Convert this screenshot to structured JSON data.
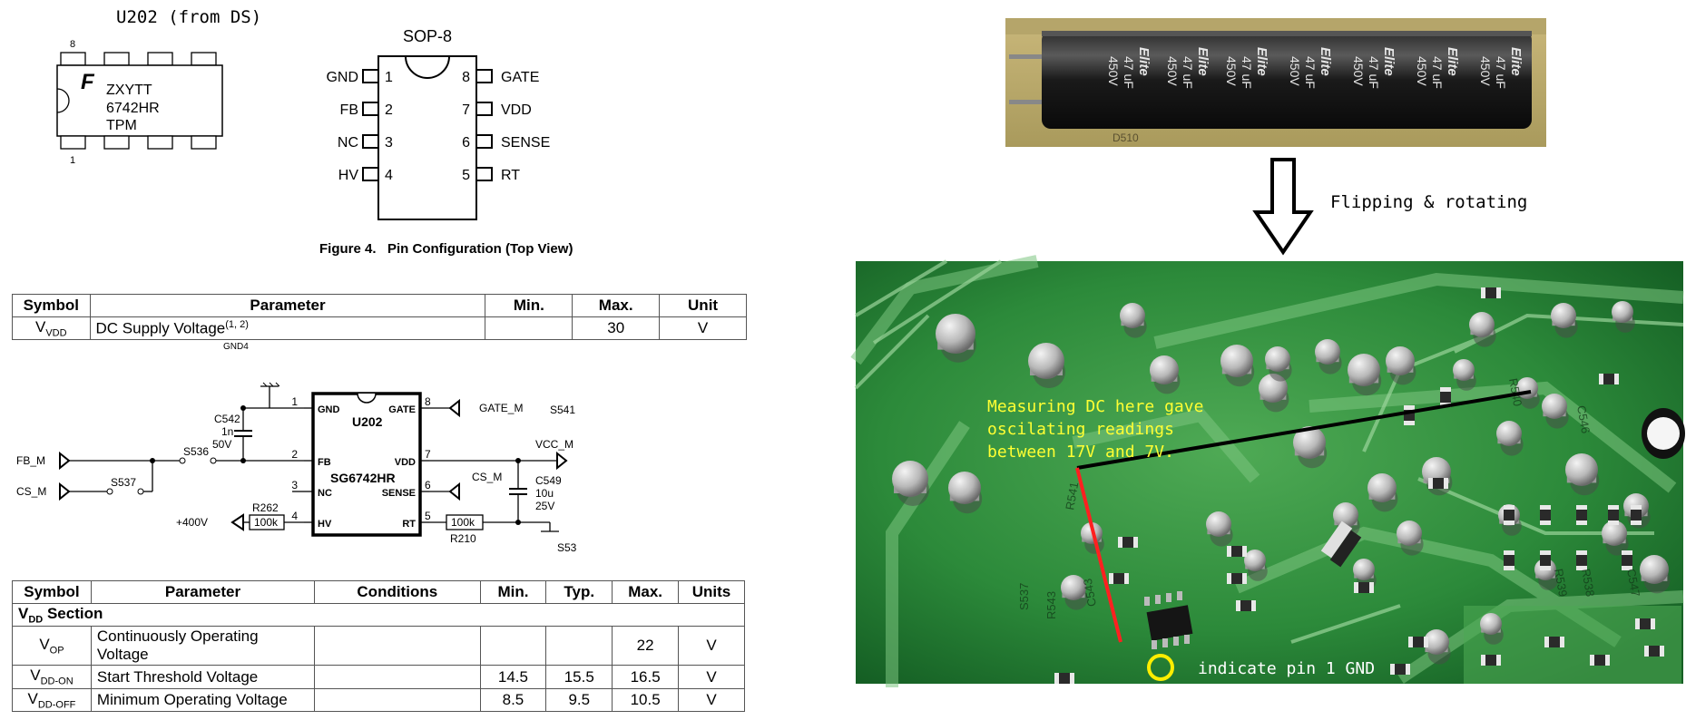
{
  "dip": {
    "title": "U202 (from DS)",
    "pin8": "8",
    "pin1": "1",
    "line1": "ZXYTT",
    "line2": "6742HR",
    "line3": "TPM"
  },
  "sop": {
    "package": "SOP-8",
    "left_pins": [
      {
        "name": "GND",
        "num": "1"
      },
      {
        "name": "FB",
        "num": "2"
      },
      {
        "name": "NC",
        "num": "3"
      },
      {
        "name": "HV",
        "num": "4"
      }
    ],
    "right_pins": [
      {
        "name": "GATE",
        "num": "8"
      },
      {
        "name": "VDD",
        "num": "7"
      },
      {
        "name": "SENSE",
        "num": "6"
      },
      {
        "name": "RT",
        "num": "5"
      }
    ],
    "caption": "Figure 4.   Pin Configuration (Top View)"
  },
  "table1": {
    "headers": [
      "Symbol",
      "Parameter",
      "Min.",
      "Max.",
      "Unit"
    ],
    "row": {
      "symbol": "V",
      "symbol_sub": "VDD",
      "parameter": "DC Supply Voltage",
      "parameter_sup": "(1, 2)",
      "min": "",
      "max": "30",
      "unit": "V"
    },
    "cut_text": "GND4"
  },
  "schematic": {
    "chip_name": "U202",
    "chip_part": "SG6742HR",
    "pins_left": [
      {
        "num": "1",
        "name": "GND"
      },
      {
        "num": "2",
        "name": "FB"
      },
      {
        "num": "3",
        "name": "NC"
      },
      {
        "num": "4",
        "name": "HV"
      }
    ],
    "pins_right": [
      {
        "num": "8",
        "name": "GATE"
      },
      {
        "num": "7",
        "name": "VDD"
      },
      {
        "num": "6",
        "name": "SENSE"
      },
      {
        "num": "5",
        "name": "RT"
      }
    ],
    "c542": "C542",
    "c542_v1": "1n",
    "c542_v2": "50V",
    "s536": "S536",
    "s537": "S537",
    "fb_m": "FB_M",
    "cs_m_left": "CS_M",
    "cs_m_right": "CS_M",
    "r262": "R262",
    "r262_val": "100k",
    "plus400": "+400V",
    "gate_m": "GATE_M",
    "vcc_m": "VCC_M",
    "s541": "S541",
    "c549": "C549",
    "c549_v1": "10u",
    "c549_v2": "25V",
    "r210": "R210",
    "r210_val": "100k",
    "s53": "S53"
  },
  "table2": {
    "headers": [
      "Symbol",
      "Parameter",
      "Conditions",
      "Min.",
      "Typ.",
      "Max.",
      "Units"
    ],
    "section": {
      "prefix": "V",
      "sub": "DD",
      "suffix": " Section"
    },
    "rows": [
      {
        "symbol": "V",
        "sub": "OP",
        "parameter": "Continuously Operating Voltage",
        "conditions": "",
        "min": "",
        "typ": "",
        "max": "22",
        "units": "V"
      },
      {
        "symbol": "V",
        "sub": "DD-ON",
        "parameter": "Start Threshold Voltage",
        "conditions": "",
        "min": "14.5",
        "typ": "15.5",
        "max": "16.5",
        "units": "V"
      },
      {
        "symbol": "V",
        "sub": "DD-OFF",
        "parameter": "Minimum Operating Voltage",
        "conditions": "",
        "min": "8.5",
        "typ": "9.5",
        "max": "10.5",
        "units": "V"
      }
    ]
  },
  "capacitor_photo": {
    "marking_brand": "Elite",
    "marking_cap": "47 uF",
    "marking_volt": "450V",
    "pcb_text": "D510"
  },
  "arrow_label": "Flipping & rotating",
  "pcb_photo": {
    "annotation_lines": [
      "Measuring DC here gave",
      "oscilating readings",
      "between 17V and 7V."
    ],
    "pin1_label": "indicate pin 1 GND",
    "annotation_color": "#ffff33",
    "probe_black": "#000000",
    "probe_red": "#ff2020",
    "marker_color": "#ffee00",
    "silk_labels": [
      "R543",
      "S537",
      "C543",
      "R541",
      "R540",
      "C546",
      "R539",
      "R538",
      "C547"
    ]
  }
}
